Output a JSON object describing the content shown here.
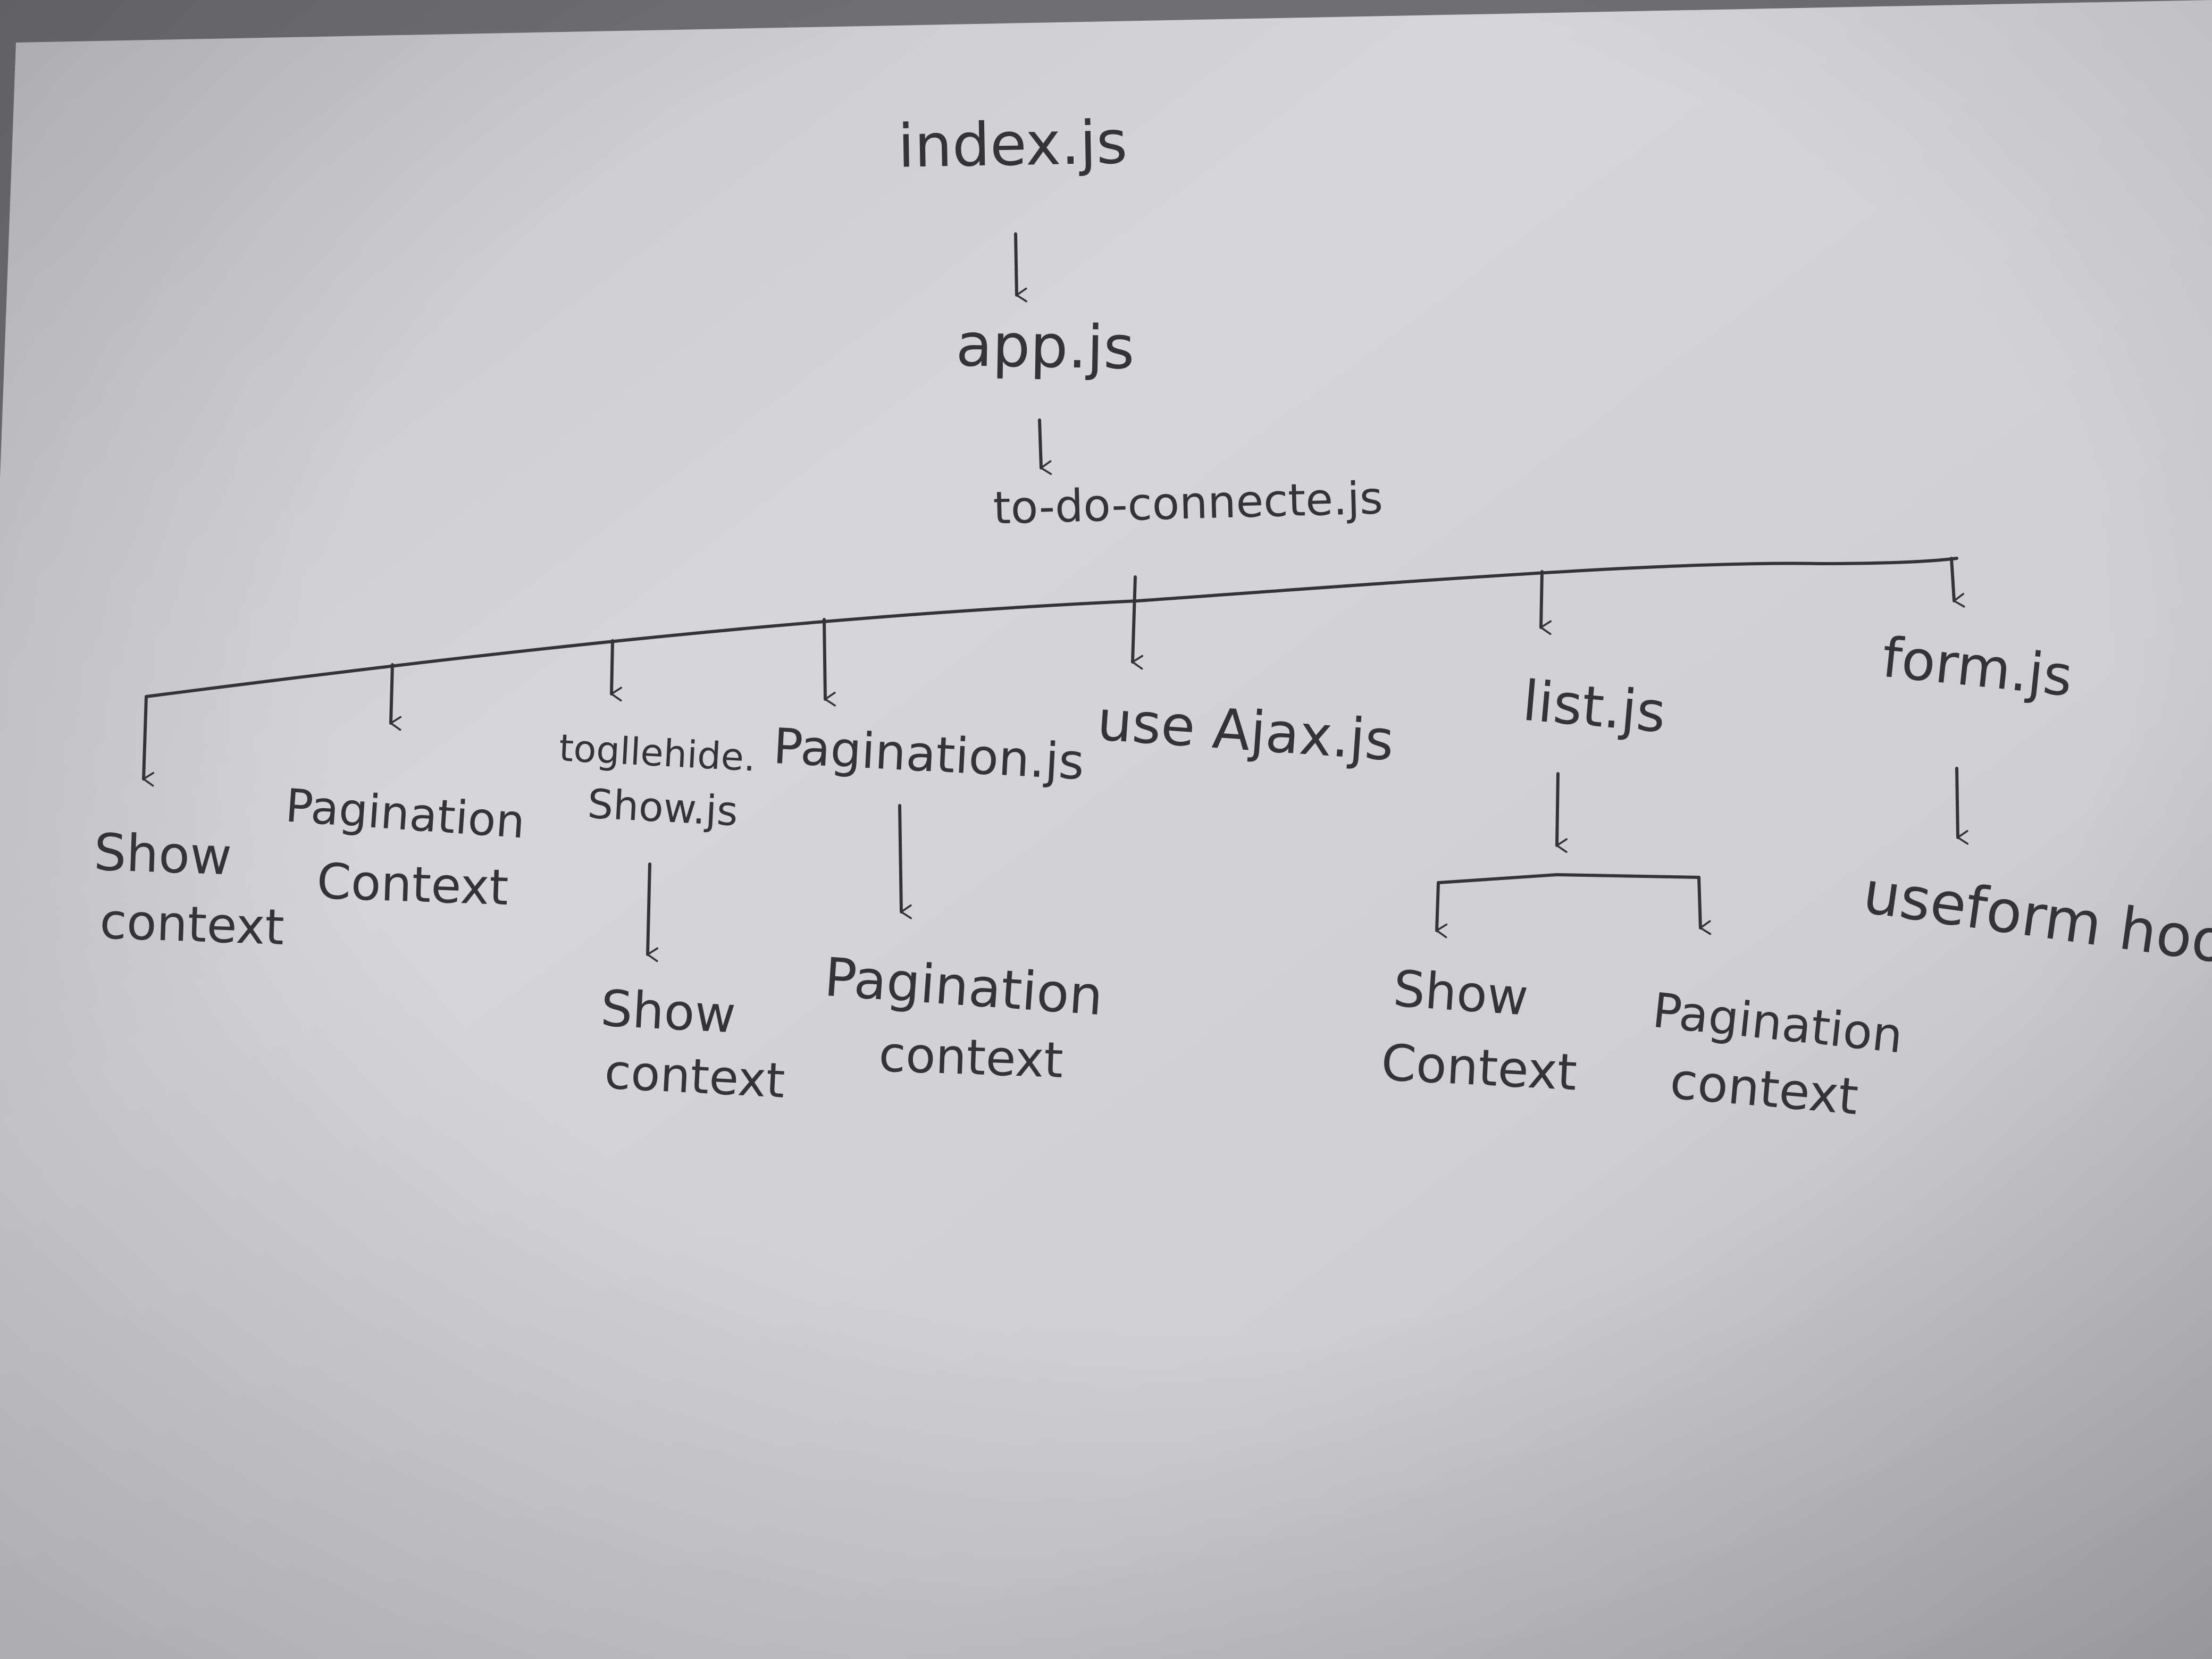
{
  "diagram": {
    "root": "index.js",
    "app": "app.js",
    "connector": "to-do-connecte.js",
    "level1": {
      "show_context": [
        "Show",
        "context"
      ],
      "pagination_context": [
        "Pagination",
        "Context"
      ],
      "toggle_hide_show": [
        "togllehide.",
        "Show.js"
      ],
      "pagination_js": "Pagination.js",
      "use_ajax": "use Ajax.js",
      "list_js": "list.js",
      "form_js": "form.js"
    },
    "level2": {
      "toggle_child": [
        "Show",
        "context"
      ],
      "pagination_child": [
        "Pagination",
        "context"
      ],
      "list_child_show": [
        "Show",
        "Context"
      ],
      "list_child_pagination": [
        "Pagination",
        "context"
      ],
      "form_child": "useform hoo"
    }
  },
  "colors": {
    "paper_light": "#dcdcdf",
    "paper_mid": "#c8c8cc",
    "paper_dark": "#a9a9ad",
    "ink": "#333338",
    "backdrop": "#6f6f72"
  }
}
